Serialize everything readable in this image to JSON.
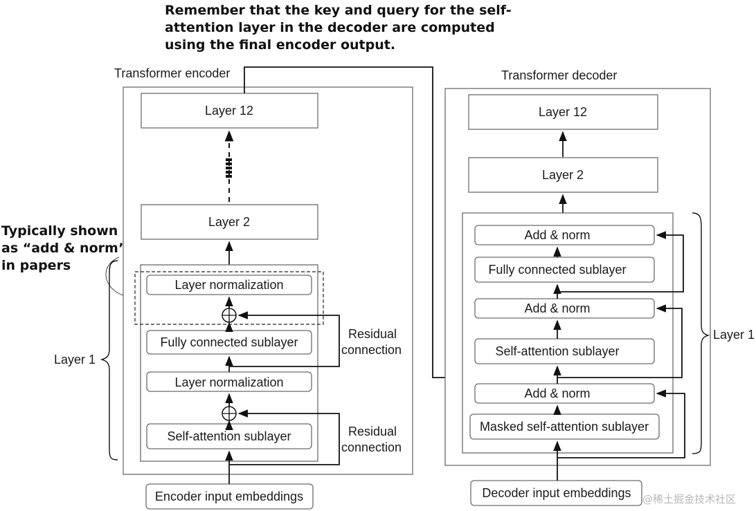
{
  "callout_top": [
    "Remember that the key and query for the self-",
    "attention layer in the decoder are computed",
    "using the final encoder output."
  ],
  "callout_left": [
    "Typically shown",
    "as “add & norm”",
    "in papers"
  ],
  "encoder": {
    "title": "Transformer encoder",
    "layer12": "Layer 12",
    "layer2": "Layer 2",
    "layer_norm_top": "Layer normalization",
    "fully_connected": "Fully connected sublayer",
    "layer_norm_bottom": "Layer normalization",
    "self_attention": "Self-attention sublayer",
    "layer1_label": "Layer 1",
    "residual_1": [
      "Residual",
      "connection"
    ],
    "residual_2": [
      "Residual",
      "connection"
    ],
    "input": "Encoder input embeddings"
  },
  "decoder": {
    "title": "Transformer decoder",
    "layer12": "Layer 12",
    "layer2": "Layer 2",
    "add_norm_top": "Add & norm",
    "fully_connected": "Fully connected sublayer",
    "add_norm_mid": "Add & norm",
    "self_attention": "Self-attention sublayer",
    "add_norm_bottom": "Add & norm",
    "masked_self_attention": "Masked self-attention sublayer",
    "layer1_label": "Layer 1",
    "input": "Decoder input embeddings"
  },
  "watermark": "@稀土掘金技术社区"
}
